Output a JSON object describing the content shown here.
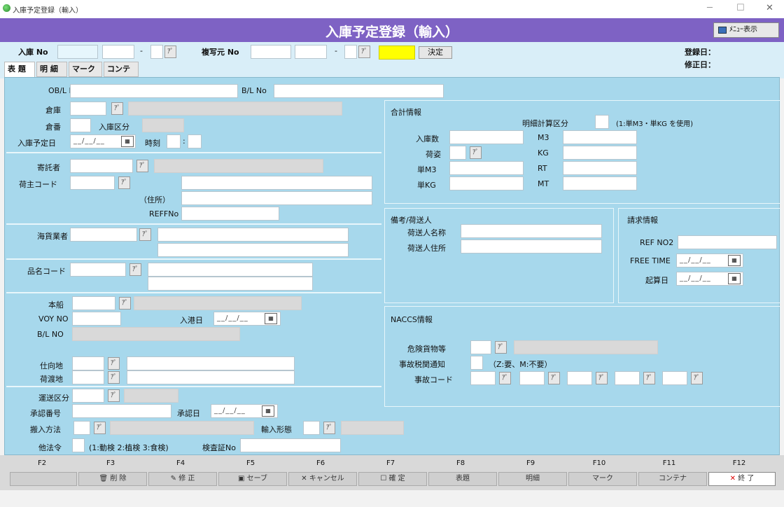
{
  "window": {
    "title": "入庫予定登録（輸入）",
    "minimize": "─",
    "maximize": "☐",
    "close": "✕"
  },
  "banner": {
    "title": "入庫予定登録（輸入）",
    "menu_button": "ﾒﾆｭｰ表示"
  },
  "top": {
    "nyuko_label": "入庫 No",
    "fukusha_label": "複写元 No",
    "dash1": "-",
    "dash2": "-",
    "kettei": "決定",
    "toroku_label": "登録日：",
    "shusei_label": "修正日："
  },
  "tabs": [
    "表 題",
    "明 細",
    "マーク",
    "コンテナ"
  ],
  "picker": "ｱﾟ",
  "cal_glyph": "▦",
  "date_placeholder": "__/__/__",
  "left": {
    "obl": "OB/L No",
    "bl": "B/L No",
    "soko": "倉庫",
    "soban": "倉番",
    "nyuko_kubun": "入庫区分",
    "nyuko_yotei": "入庫予定日",
    "jikoku": "時刻",
    "jikoku_sep": ":",
    "kitakusha": "寄託者",
    "ninushi": "荷主コード",
    "jusho": "（住所）",
    "reffno": "REFFNo",
    "kaikagyosha": "海貨業者",
    "hinmei": "品名コード",
    "honsen": "本船",
    "voy": "VOY NO",
    "nyukobi": "入港日",
    "blno": "B/L NO",
    "shimukechi": "仕向地",
    "niwatashi": "荷渡地",
    "unsou": "運送区分",
    "shonin_no": "承認番号",
    "shonin_bi": "承認日",
    "yunyu_hoho": "搬入方法",
    "yunyu_keitai": "輸入形態",
    "taho": "他法令",
    "taho_note": "(1:動検 2:植検 3:食検)",
    "kensa": "検査証No"
  },
  "gokei": {
    "title": "合計情報",
    "meisai_keisan": "明細計算区分",
    "meisai_note": "(1:単M3・単KG を使用)",
    "nyukosu": "入庫数",
    "nisugata": "荷姿",
    "tan_m3": "単M3",
    "tan_kg": "単KG",
    "m3": "M3",
    "kg": "KG",
    "rt": "RT",
    "mt": "MT"
  },
  "biko": {
    "title": "備考/荷送人",
    "name": "荷送人名称",
    "addr": "荷送人住所"
  },
  "seikyu": {
    "title": "請求情報",
    "ref": "REF NO2",
    "free": "FREE TIME",
    "kisanbi": "起算日"
  },
  "naccs": {
    "title": "NACCS情報",
    "kiken": "危険貨物等",
    "jiko_tsuchi": "事故税関通知",
    "jiko_note": "（Z:要、M:不要）",
    "jiko_code": "事故コード"
  },
  "fkeys": [
    {
      "key": "F2",
      "label": ""
    },
    {
      "key": "F3",
      "label": "削 除"
    },
    {
      "key": "F4",
      "label": "修 正"
    },
    {
      "key": "F5",
      "label": "セーブ"
    },
    {
      "key": "F6",
      "label": "キャンセル"
    },
    {
      "key": "F7",
      "label": "確 定"
    },
    {
      "key": "F8",
      "label": "表題"
    },
    {
      "key": "F9",
      "label": "明細"
    },
    {
      "key": "F10",
      "label": "マーク"
    },
    {
      "key": "F11",
      "label": "コンテナ"
    },
    {
      "key": "F12",
      "label": "終 了"
    }
  ],
  "fkey_icons": {
    "close_mark": "✕"
  }
}
